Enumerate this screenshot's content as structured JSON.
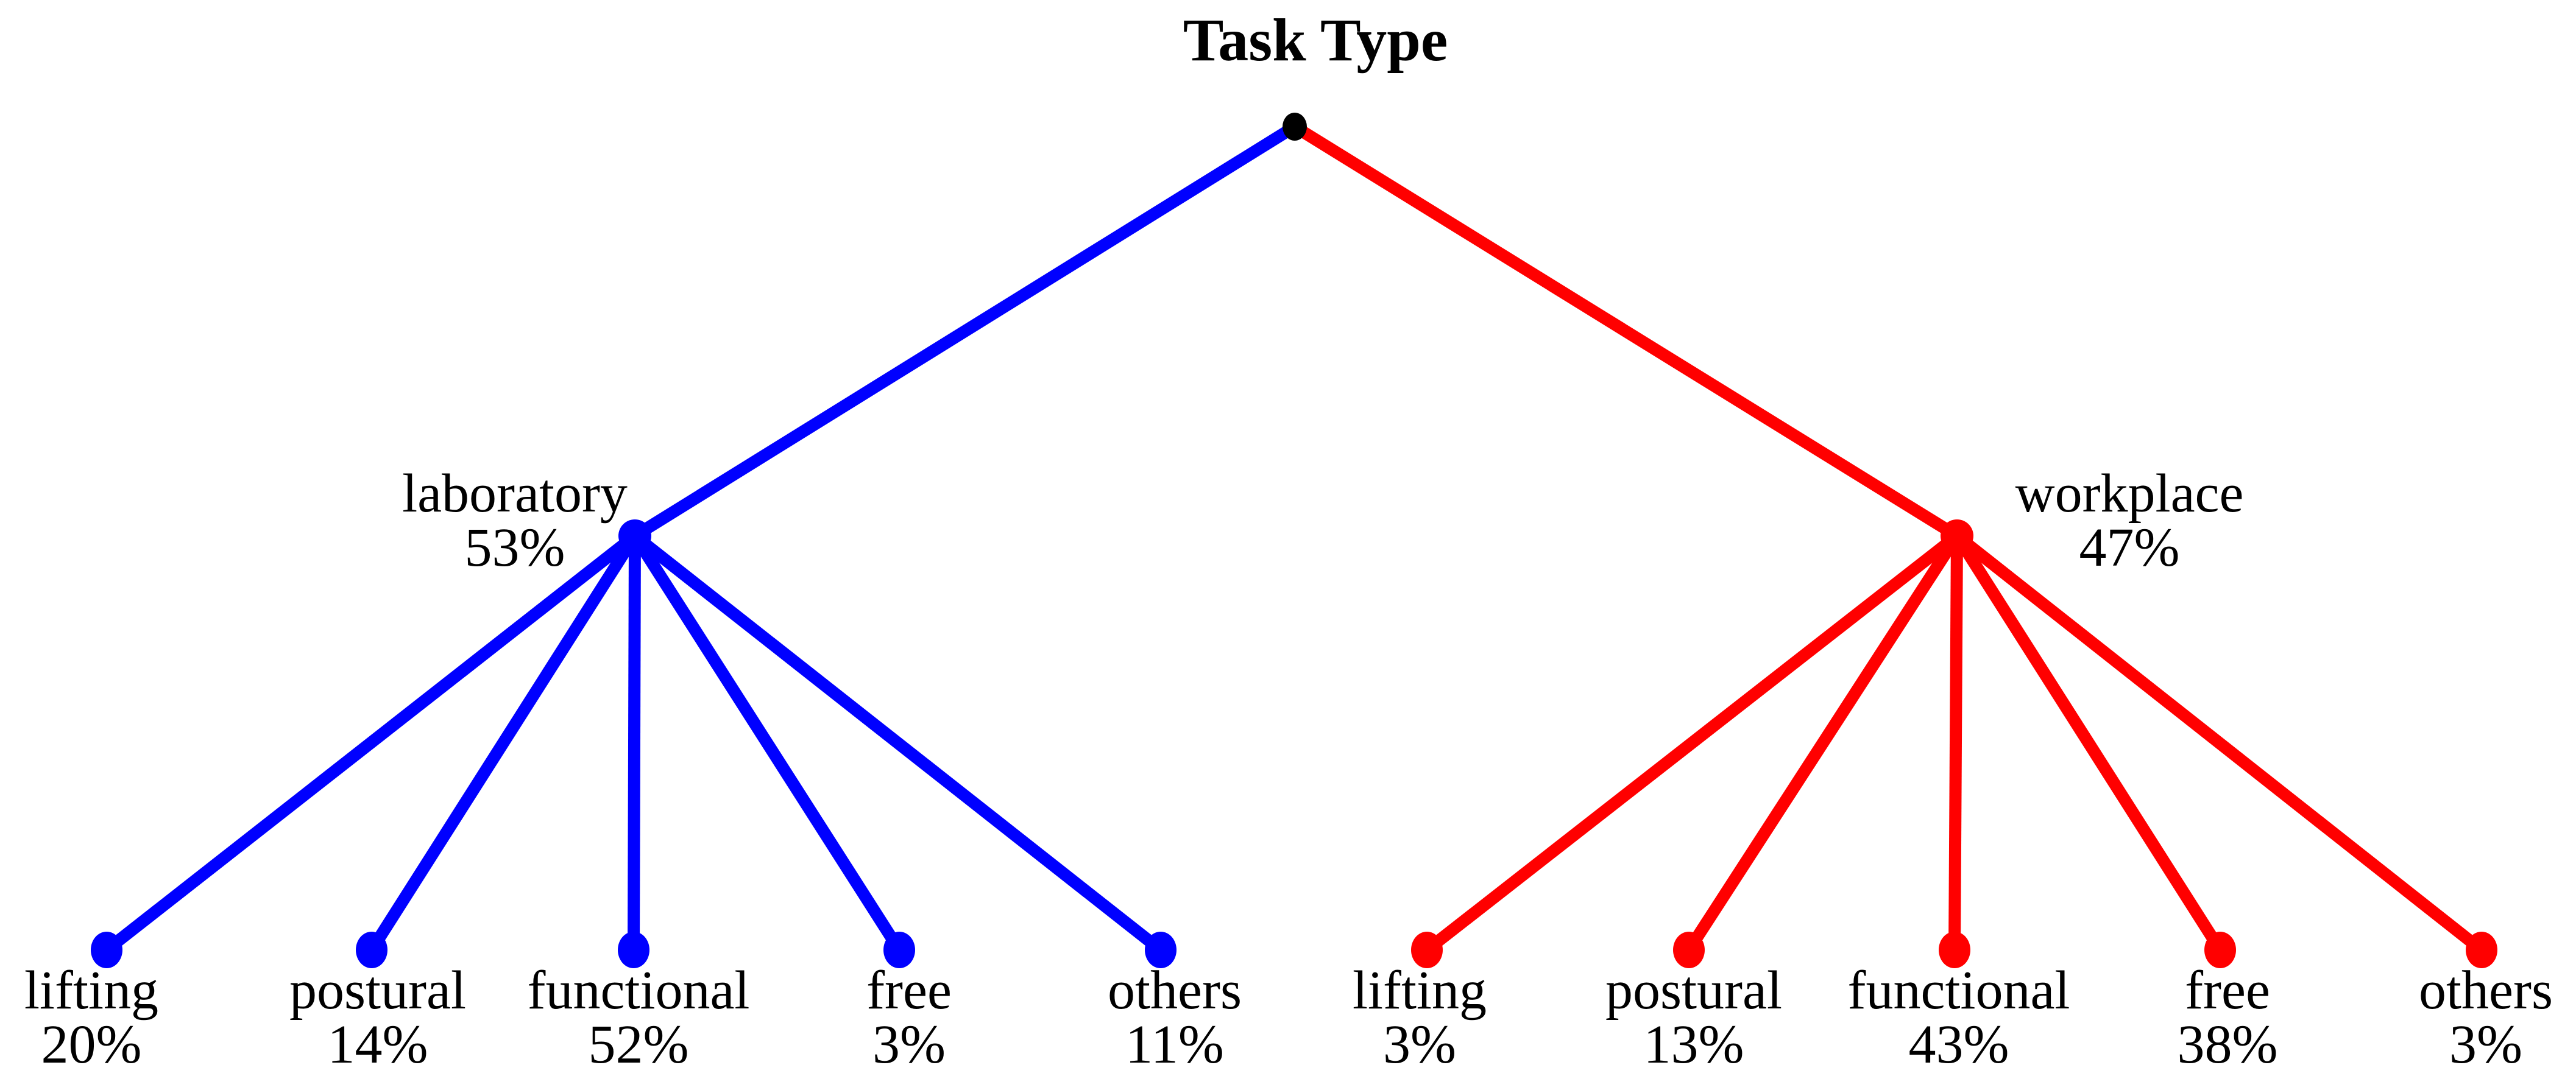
{
  "title": "Task Type",
  "colors": {
    "laboratory": "#0000ff",
    "workplace": "#ff0000",
    "root": "#000000",
    "text": "#000000",
    "background": "#ffffff"
  },
  "tree": {
    "root_label": "Task Type",
    "branches": [
      {
        "name": "laboratory",
        "pct": "53%",
        "children": [
          {
            "name": "lifting",
            "pct": "20%"
          },
          {
            "name": "postural",
            "pct": "14%"
          },
          {
            "name": "functional",
            "pct": "52%"
          },
          {
            "name": "free",
            "pct": "3%"
          },
          {
            "name": "others",
            "pct": "11%"
          }
        ]
      },
      {
        "name": "workplace",
        "pct": "47%",
        "children": [
          {
            "name": "lifting",
            "pct": "3%"
          },
          {
            "name": "postural",
            "pct": "13%"
          },
          {
            "name": "functional",
            "pct": "43%"
          },
          {
            "name": "free",
            "pct": "38%"
          },
          {
            "name": "others",
            "pct": "3%"
          }
        ]
      }
    ]
  }
}
